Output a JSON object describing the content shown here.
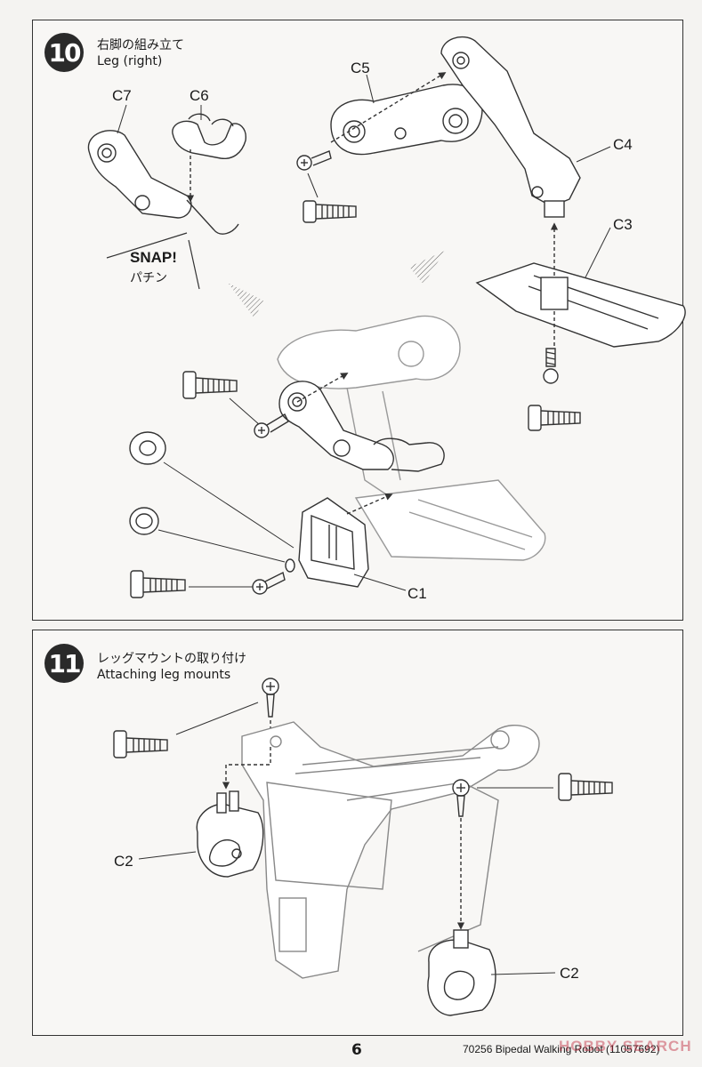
{
  "step10": {
    "number": "10",
    "title_jp": "右脚の組み立て",
    "title_en": "Leg (right)",
    "snap": "SNAP!",
    "snap_jp": "パチン",
    "labels": {
      "c7": "C7",
      "c6": "C6",
      "c5": "C5",
      "c4": "C4",
      "c3": "C3",
      "c1": "C1"
    }
  },
  "step11": {
    "number": "11",
    "title_jp": "レッグマウントの取り付け",
    "title_en": "Attaching leg mounts",
    "labels": {
      "c2_left": "C2",
      "c2_right": "C2"
    }
  },
  "footer": {
    "page_number": "6",
    "doc_info": "70256 Bipedal Walking Robot (11057692)",
    "watermark": "HOBBY SEARCH"
  },
  "colors": {
    "line": "#333333",
    "badge": "#2a2a2a",
    "watermark": "#be283c"
  }
}
